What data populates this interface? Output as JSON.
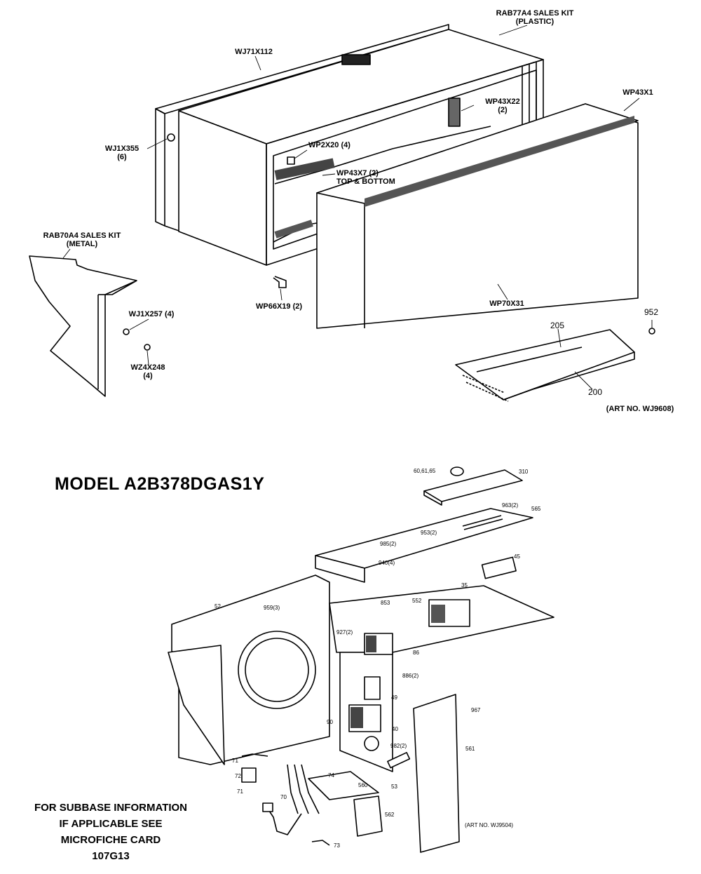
{
  "title": "MODEL A2B378DGAS1Y",
  "top_diagram": {
    "kit_plastic": [
      "RAB77A4 SALES KIT",
      "(PLASTIC)"
    ],
    "kit_metal": [
      "RAB70A4 SALES KIT",
      "(METAL)"
    ],
    "art_number": "(ART NO. WJ9608)",
    "labels": {
      "wj71x112": "WJ71X112",
      "wp43x22": [
        "WP43X22",
        "(2)"
      ],
      "wp43x1": "WP43X1",
      "wj1x355": [
        "WJ1X355",
        "(6)"
      ],
      "wp2x20": "WP2X20 (4)",
      "wp43x7": [
        "WP43X7 (2)",
        "TOP & BOTTOM"
      ],
      "wp66x19": "WP66X19 (2)",
      "wp70x31": "WP70X31",
      "wj1x257": "WJ1X257 (4)",
      "wz4x248": [
        "WZ4X248",
        "(4)"
      ],
      "p205": "205",
      "p952": "952",
      "p200": "200"
    }
  },
  "bottom_diagram": {
    "art_number": "(ART NO. WJ9504)",
    "labels": {
      "p606165": "60,61,65",
      "p310": "310",
      "p963": "963(2)",
      "p565": "565",
      "p953": "953(2)",
      "p985": "985(2)",
      "p940": "940(4)",
      "p45": "45",
      "p35": "35",
      "p52": "52",
      "p959": "959(3)",
      "p853": "853",
      "p552": "552",
      "p927": "927(2)",
      "p86": "86",
      "p886": "886(2)",
      "p49": "49",
      "p967": "967",
      "p90": "90",
      "p40": "40",
      "p982": "982(2)",
      "p561": "561",
      "p71a": "71",
      "p72": "72",
      "p71b": "71",
      "p74": "74",
      "p53": "53",
      "p560": "560",
      "p70": "70",
      "p562": "562",
      "p73": "73"
    }
  },
  "subbase_note": [
    "FOR SUBBASE INFORMATION",
    "IF APPLICABLE SEE",
    "MICROFICHE CARD",
    "107G13"
  ]
}
